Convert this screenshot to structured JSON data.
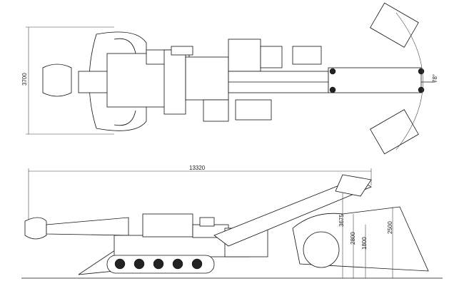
{
  "drawing": {
    "top_view": {
      "width_dimension": "3700",
      "swing_angle": "78°"
    },
    "side_view": {
      "length_dimension": "13320",
      "heights": [
        "3675",
        "2800",
        "1800",
        "2500"
      ]
    }
  }
}
